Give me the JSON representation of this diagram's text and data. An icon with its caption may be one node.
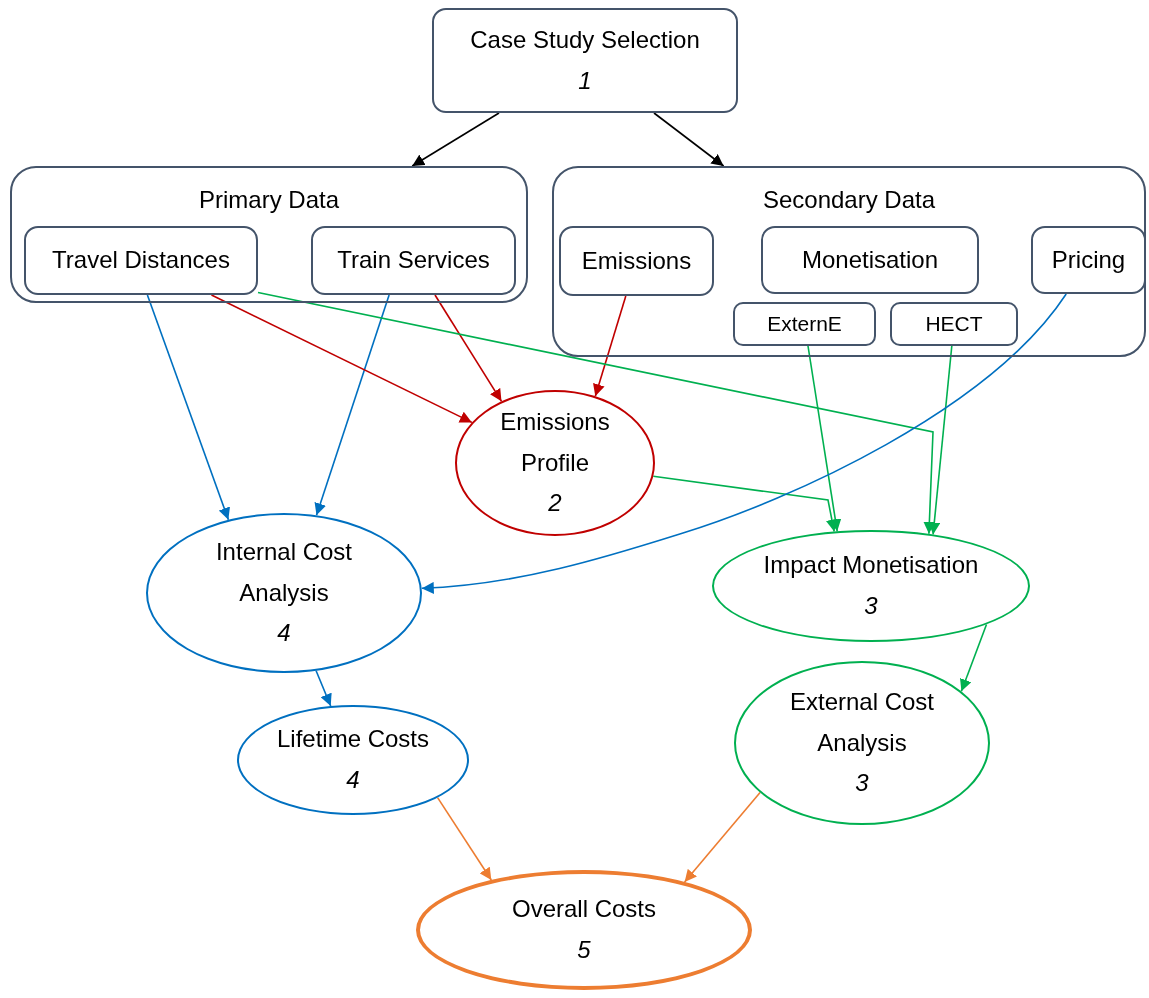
{
  "diagram": {
    "nodes": [
      {
        "text": [
          "Case Study Selection",
          "1"
        ]
      },
      {
        "text": [
          "Primary Data"
        ]
      },
      {
        "text": [
          "Travel Distances"
        ],
        "in": 1
      },
      {
        "text": [
          "Train Services"
        ],
        "in": 1
      },
      {
        "text": [
          "Secondary Data"
        ]
      },
      {
        "text": [
          "Emissions"
        ],
        "in": 4
      },
      {
        "text": [
          "Monetisation"
        ],
        "in": 4
      },
      {
        "text": [
          "Pricing"
        ],
        "in": 4
      },
      {
        "text": [
          "ExternE"
        ],
        "in": 4
      },
      {
        "text": [
          "HECT"
        ],
        "in": 4
      },
      {
        "text": [
          "Emissions Profile",
          "2"
        ]
      },
      {
        "text": [
          "Internal Cost Analysis",
          "4"
        ]
      },
      {
        "text": [
          "Impact Monetisation",
          "3"
        ]
      },
      {
        "text": [
          "Lifetime Costs",
          "4"
        ]
      },
      {
        "text": [
          "External Cost Analysis",
          "3"
        ]
      },
      {
        "text": [
          "Overall Costs",
          "5"
        ]
      }
    ],
    "edges": [
      {
        "from": 0,
        "to": 1,
        "arrow": "to",
        "color": "#000000"
      },
      {
        "from": 0,
        "to": 4,
        "arrow": "to",
        "color": "#000000"
      },
      {
        "from": 2,
        "to": 11,
        "arrow": "to",
        "color": "#0070c0"
      },
      {
        "from": 3,
        "to": 11,
        "arrow": "to",
        "color": "#0070c0"
      },
      {
        "from": 2,
        "to": 10,
        "arrow": "to",
        "color": "#c00000"
      },
      {
        "from": 3,
        "to": 10,
        "arrow": "to",
        "color": "#c00000"
      },
      {
        "from": 5,
        "to": 10,
        "arrow": "to",
        "color": "#c00000"
      },
      {
        "from": 2,
        "to": 12,
        "arrow": "to",
        "color": "#00b050"
      },
      {
        "from": 10,
        "to": 12,
        "arrow": "to",
        "color": "#00b050"
      },
      {
        "from": 8,
        "to": 12,
        "arrow": "to",
        "color": "#00b050"
      },
      {
        "from": 9,
        "to": 12,
        "arrow": "to",
        "color": "#00b050"
      },
      {
        "from": 7,
        "to": 11,
        "arrow": "to",
        "color": "#0070c0"
      },
      {
        "from": 11,
        "to": 13,
        "arrow": "to",
        "color": "#0070c0"
      },
      {
        "from": 12,
        "to": 14,
        "arrow": "to",
        "color": "#00b050"
      },
      {
        "from": 13,
        "to": 15,
        "arrow": "to",
        "color": "#ed7d31"
      },
      {
        "from": 14,
        "to": 15,
        "arrow": "to",
        "color": "#ed7d31"
      }
    ]
  }
}
